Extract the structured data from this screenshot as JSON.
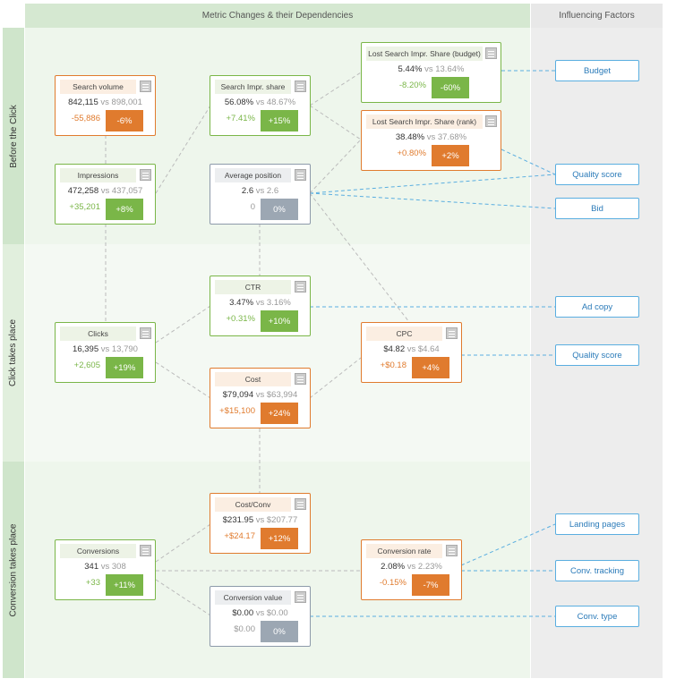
{
  "headers": {
    "metrics": "Metric Changes & their Dependencies",
    "factors": "Influencing Factors"
  },
  "sections": {
    "before": "Before the Click",
    "click": "Click takes place",
    "conversion": "Conversion takes place"
  },
  "colors": {
    "green": "#7ab648",
    "orange": "#e07b2e",
    "gray": "#9ca7b3",
    "factor_border": "#5aaee0"
  },
  "metrics": {
    "search_volume": {
      "title": "Search volume",
      "current": "842,115",
      "previous": "898,001",
      "delta": "-55,886",
      "pct": "-6%"
    },
    "search_impr_share": {
      "title": "Search Impr. share",
      "current": "56.08%",
      "previous": "48.67%",
      "delta": "+7.41%",
      "pct": "+15%"
    },
    "lost_budget": {
      "title": "Lost Search Impr. Share (budget)",
      "current": "5.44%",
      "previous": "13.64%",
      "delta": "-8.20%",
      "pct": "-60%"
    },
    "lost_rank": {
      "title": "Lost Search Impr. Share (rank)",
      "current": "38.48%",
      "previous": "37.68%",
      "delta": "+0.80%",
      "pct": "+2%"
    },
    "impressions": {
      "title": "Impressions",
      "current": "472,258",
      "previous": "437,057",
      "delta": "+35,201",
      "pct": "+8%"
    },
    "avg_position": {
      "title": "Average position",
      "current": "2.6",
      "previous": "2.6",
      "delta": "0",
      "pct": "0%"
    },
    "ctr": {
      "title": "CTR",
      "current": "3.47%",
      "previous": "3.16%",
      "delta": "+0.31%",
      "pct": "+10%"
    },
    "clicks": {
      "title": "Clicks",
      "current": "16,395",
      "previous": "13,790",
      "delta": "+2,605",
      "pct": "+19%"
    },
    "cpc": {
      "title": "CPC",
      "current": "$4.82",
      "previous": "$4.64",
      "delta": "+$0.18",
      "pct": "+4%"
    },
    "cost": {
      "title": "Cost",
      "current": "$79,094",
      "previous": "$63,994",
      "delta": "+$15,100",
      "pct": "+24%"
    },
    "cost_conv": {
      "title": "Cost/Conv",
      "current": "$231.95",
      "previous": "$207.77",
      "delta": "+$24.17",
      "pct": "+12%"
    },
    "conversions": {
      "title": "Conversions",
      "current": "341",
      "previous": "308",
      "delta": "+33",
      "pct": "+11%"
    },
    "conv_rate": {
      "title": "Conversion rate",
      "current": "2.08%",
      "previous": "2.23%",
      "delta": "-0.15%",
      "pct": "-7%"
    },
    "conv_value": {
      "title": "Conversion value",
      "current": "$0.00",
      "previous": "$0.00",
      "delta": "$0.00",
      "pct": "0%"
    }
  },
  "vs_label": "vs",
  "factors": {
    "budget": "Budget",
    "quality_score_1": "Quality score",
    "bid": "Bid",
    "ad_copy": "Ad copy",
    "quality_score_2": "Quality score",
    "landing_pages": "Landing pages",
    "conv_tracking": "Conv. tracking",
    "conv_type": "Conv. type"
  }
}
